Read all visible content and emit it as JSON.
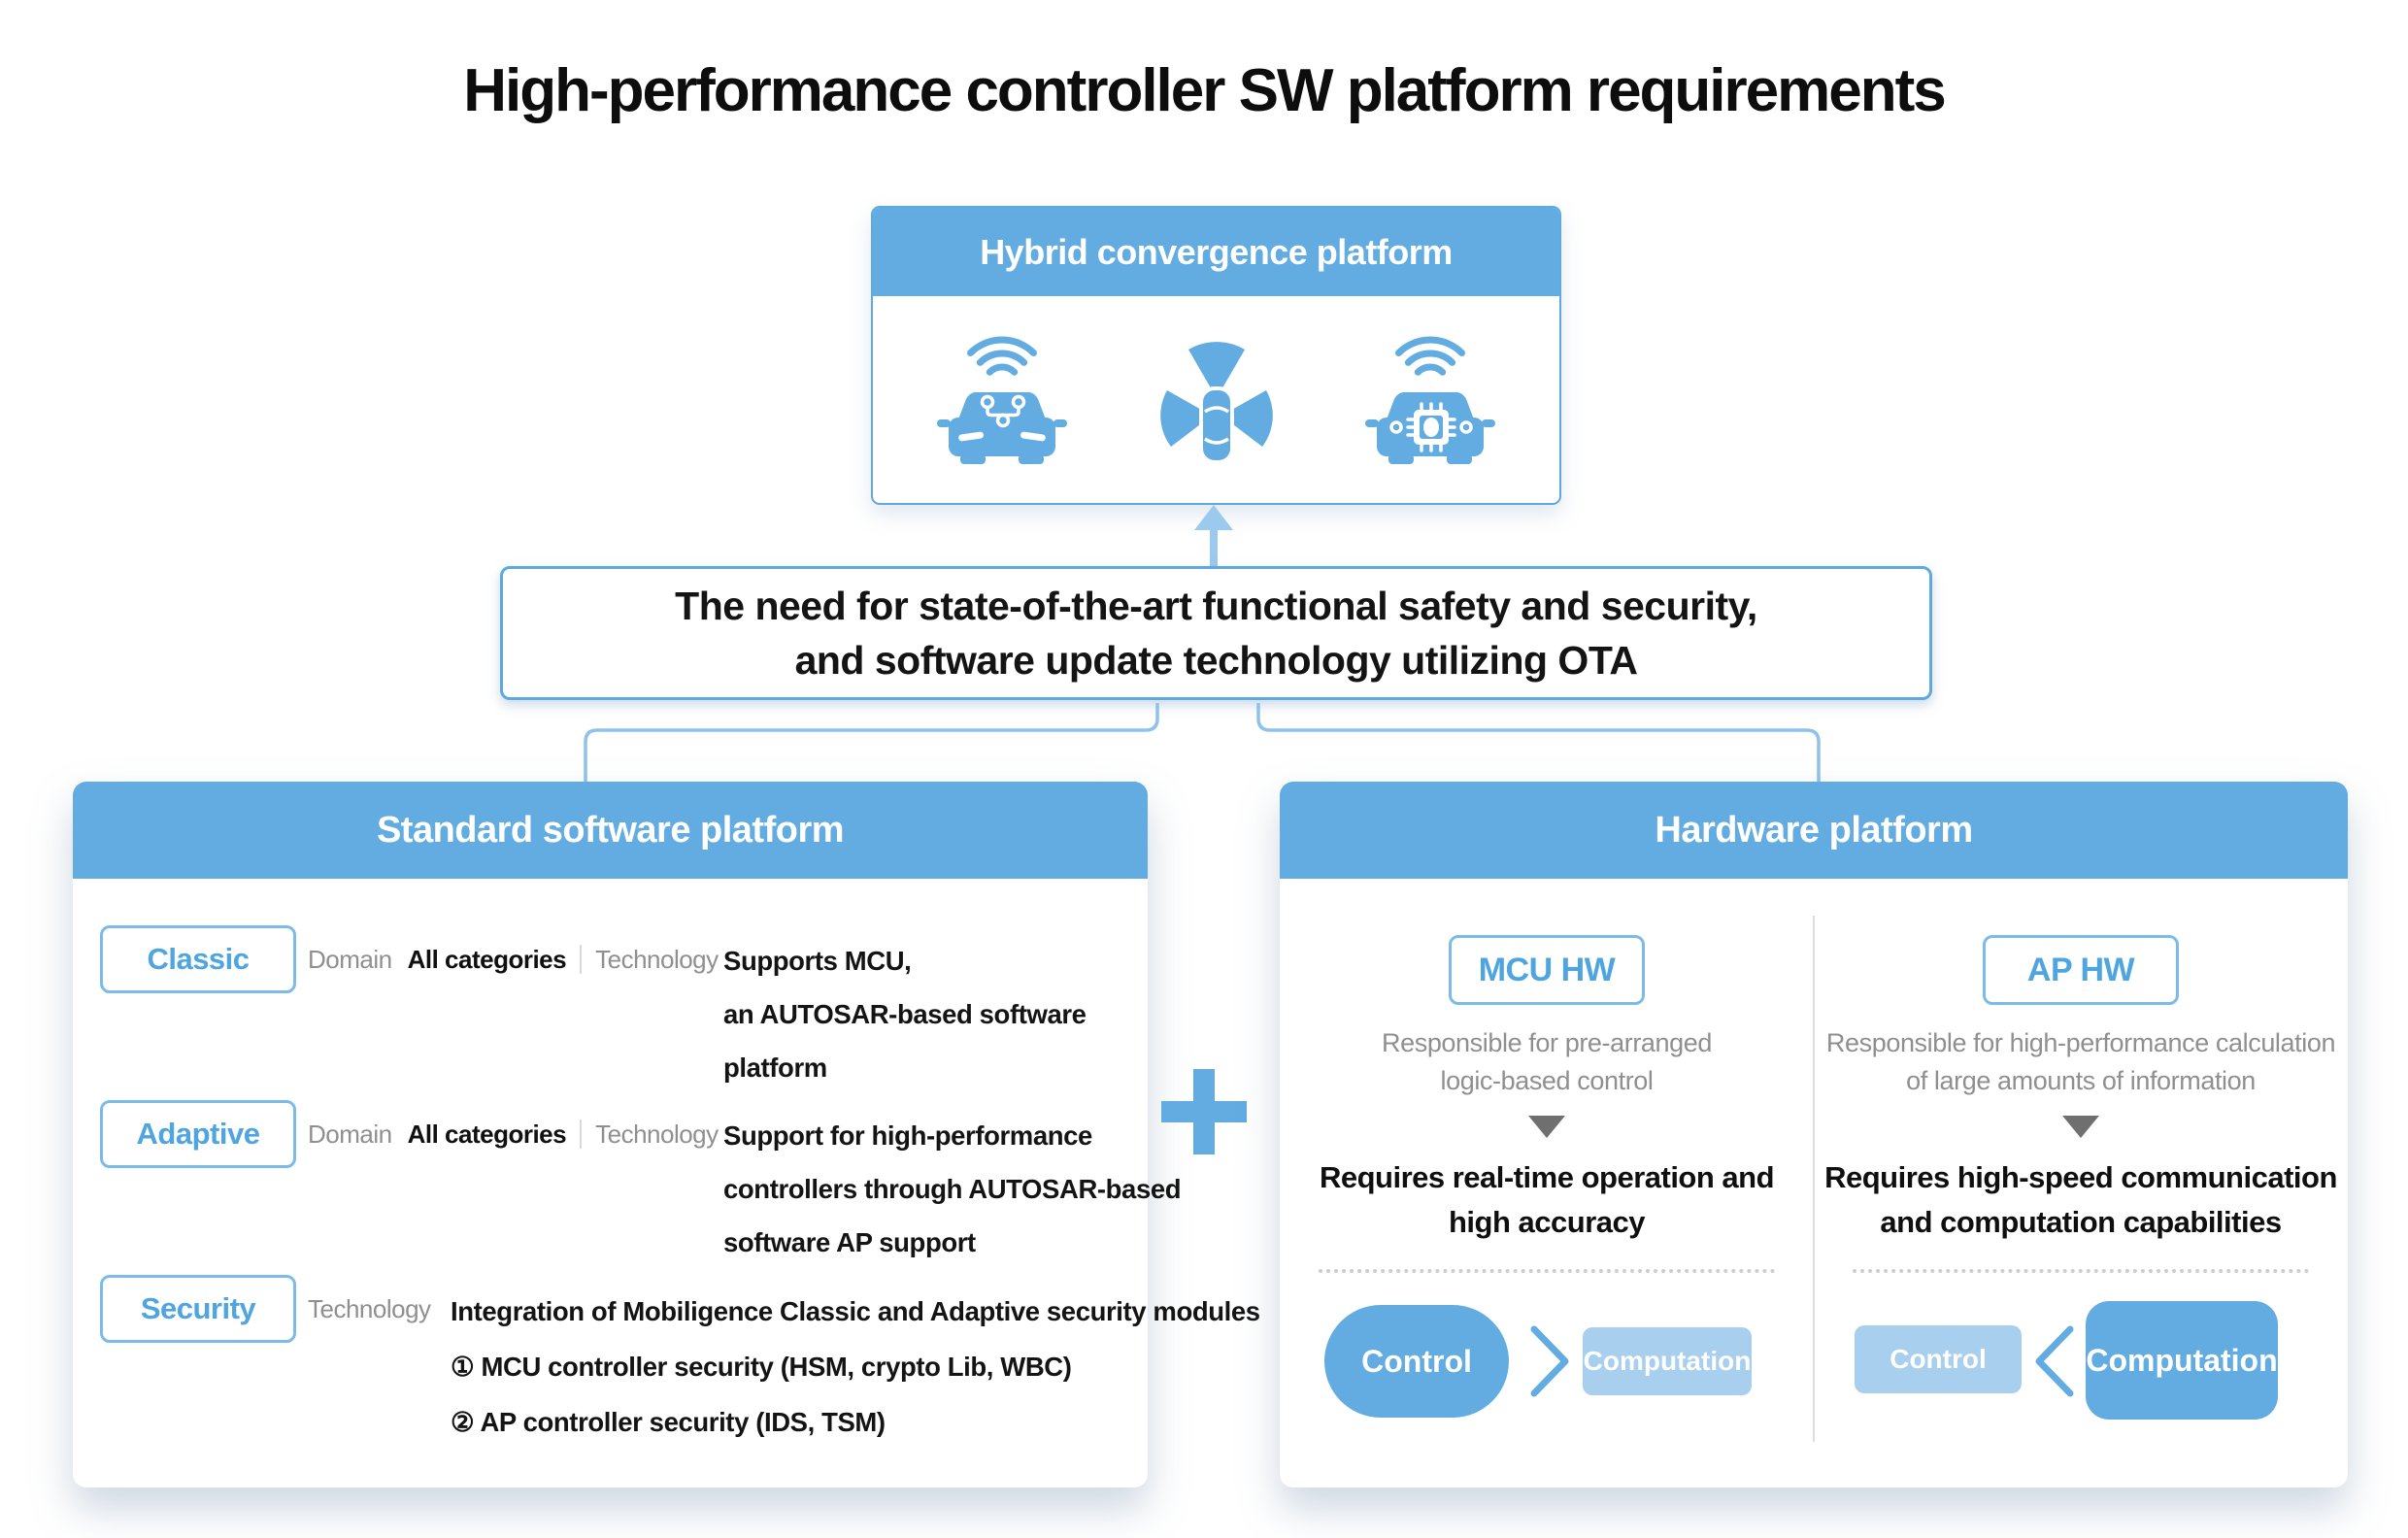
{
  "title": "High-performance controller SW platform requirements",
  "colors": {
    "primary_blue": "#62ACE2",
    "light_blue": "#A9CFEF",
    "chip_text_blue": "#4FA5DF",
    "chip_border_blue": "#7CBAE8",
    "connector_blue": "#8FC2EA",
    "gray_text": "#8F8F8F",
    "dark_text": "#141414"
  },
  "hybrid": {
    "header": "Hybrid convergence platform",
    "icons": [
      "connected-car-icon",
      "sensing-car-icon",
      "chip-car-icon"
    ]
  },
  "need_box": {
    "line1": "The need for state-of-the-art functional safety and security,",
    "line2": "and software update technology utilizing OTA"
  },
  "software": {
    "header": "Standard software platform",
    "rows": [
      {
        "tag": "Classic",
        "domain_label": "Domain",
        "domain_value": "All categories",
        "tech_label": "Technology",
        "desc_lines": [
          "Supports MCU,",
          "an AUTOSAR-based software",
          "platform"
        ]
      },
      {
        "tag": "Adaptive",
        "domain_label": "Domain",
        "domain_value": "All categories",
        "tech_label": "Technology",
        "desc_lines": [
          "Support for high-performance",
          "controllers through AUTOSAR-based",
          "software AP support"
        ]
      },
      {
        "tag": "Security",
        "tech_label": "Technology",
        "desc_lines": [
          "Integration of Mobiligence Classic and Adaptive security modules",
          "① MCU controller security (HSM, crypto Lib, WBC)",
          "② AP controller security (IDS, TSM)"
        ]
      }
    ]
  },
  "plus_sign": "+",
  "hardware": {
    "header": "Hardware platform",
    "columns": [
      {
        "tag": "MCU HW",
        "desc_lines": [
          "Responsible for pre-arranged",
          "logic-based control"
        ],
        "req_lines": [
          "Requires real-time operation and",
          "high accuracy"
        ],
        "compare": {
          "left": "Control",
          "operator": ">",
          "right": "Computation",
          "emphasis": "left"
        }
      },
      {
        "tag": "AP HW",
        "desc_lines": [
          "Responsible for high-performance calculation",
          "of large amounts of information"
        ],
        "req_lines": [
          "Requires high-speed communication",
          "and computation capabilities"
        ],
        "compare": {
          "left": "Control",
          "operator": "<",
          "right": "Computation",
          "emphasis": "right"
        }
      }
    ]
  }
}
